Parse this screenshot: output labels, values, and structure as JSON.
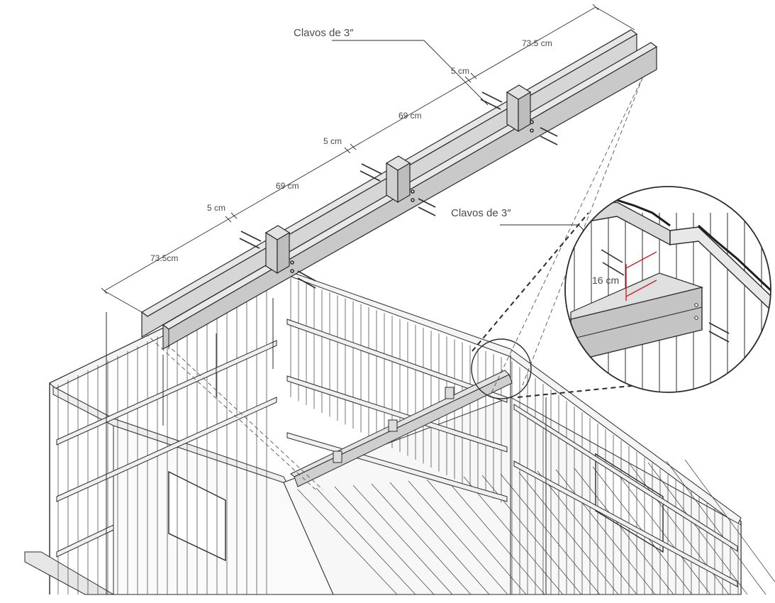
{
  "labels": {
    "nails_top": "Clavos de 3″",
    "nails_detail": "Clavos de 3″",
    "dim_end_right": "73.5 cm",
    "dim_gap_1": "5 cm",
    "dim_span_1": "69 cm",
    "dim_gap_2": "5 cm",
    "dim_span_2": "69 cm",
    "dim_gap_3": "5 cm",
    "dim_end_left": "73.5cm",
    "dim_detail": "16 cm"
  },
  "colors": {
    "line": "#2b2b2b",
    "wood": "#d4d4d4",
    "wood_dark": "#b5b5b5",
    "accent": "#c8242e"
  }
}
